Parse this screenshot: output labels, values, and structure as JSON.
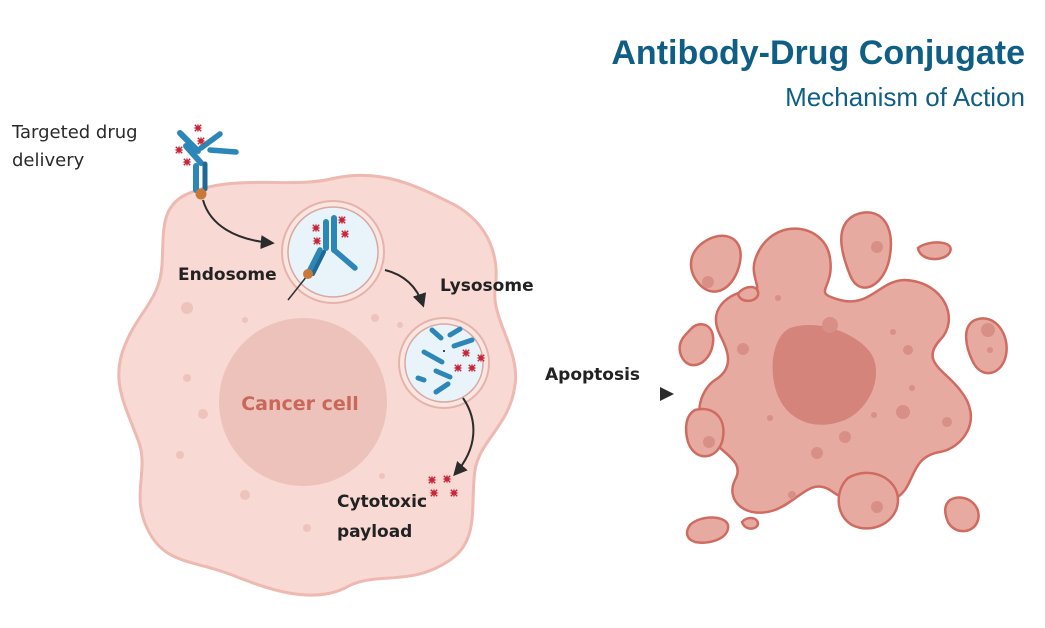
{
  "header": {
    "title": "Antibody-Drug Conjugate",
    "subtitle": "Mechanism of Action"
  },
  "labels": {
    "targeted_line1": "Targeted drug",
    "targeted_line2": "delivery",
    "endosome": "Endosome",
    "lysosome": "Lysosome",
    "cancer_cell": "Cancer cell",
    "cytotoxic_line1": "Cytotoxic",
    "cytotoxic_line2": "payload",
    "apoptosis": "Apoptosis"
  },
  "colors": {
    "title": "#0f5e85",
    "cell_fill": "#f8d9d4",
    "cell_stroke": "#edb9b1",
    "nucleus": "#ecc2bb",
    "nucleus_text": "#c9675a",
    "dead_cell_fill": "#e7aaa1",
    "dead_cell_stroke": "#cf6b60",
    "antibody": "#2d86b8",
    "payload": "#c7283a",
    "linker": "#c9783a"
  }
}
